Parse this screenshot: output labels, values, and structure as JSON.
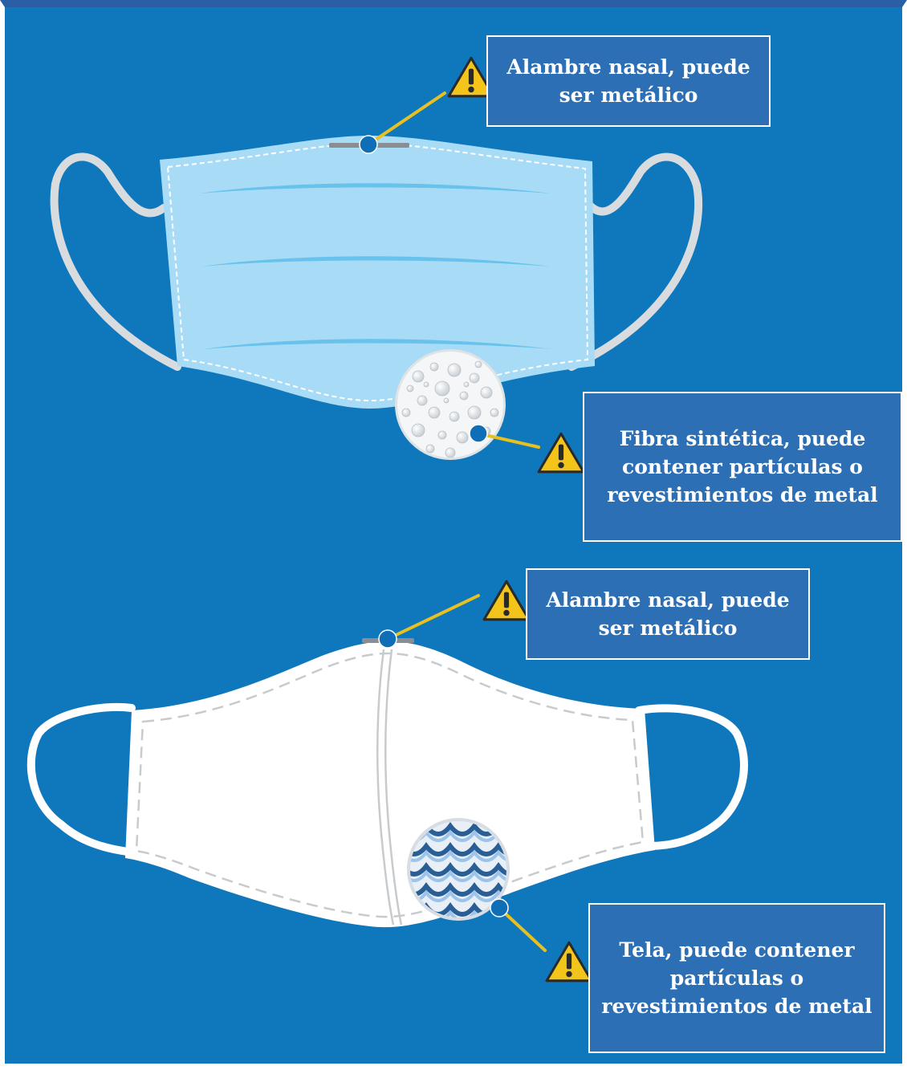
{
  "background_color": "#0f78bc",
  "callouts": {
    "surgical_nose_wire": "Alambre nasal, puede ser metálico",
    "surgical_fiber": "Fibra sintética, puede contener partículas o revestimientos de metal",
    "cloth_nose_wire": "Alambre nasal, puede ser metálico",
    "cloth_fabric": "Tela, puede contener partículas o revestimientos de metal"
  },
  "icons": {
    "warning": "warning-triangle-icon",
    "marker": "blue-dot-marker"
  },
  "colors": {
    "callout_bg": "#2d6fb4",
    "warning_yellow": "#f3c51a",
    "leader_line": "#e8c020",
    "surgical_mask": "#a8dcf6",
    "cloth_mask": "#ffffff"
  }
}
